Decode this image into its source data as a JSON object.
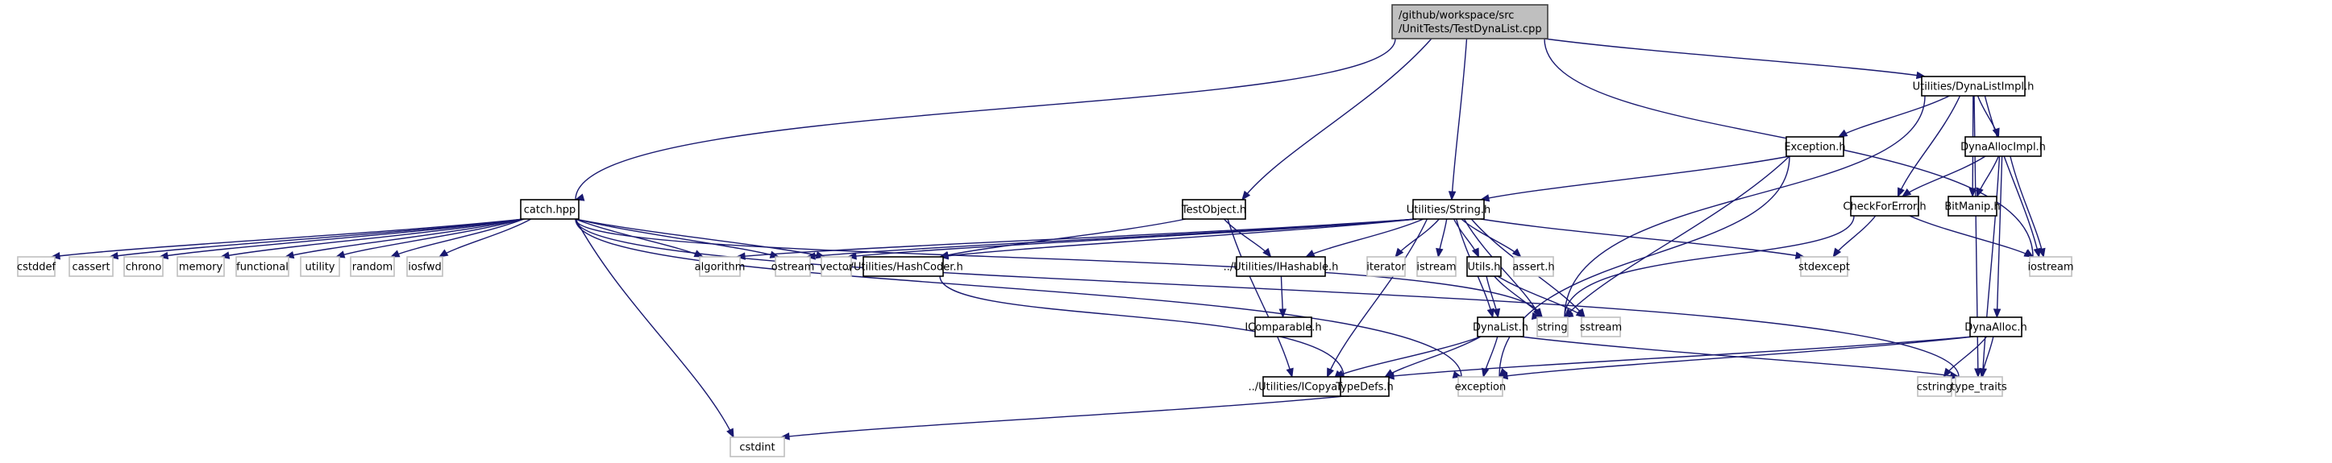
{
  "diagram": {
    "title": "Include dependency graph for TestDynaList.cpp",
    "colors": {
      "edge": "#191970",
      "root_fill": "#bfbfbf",
      "root_border": "#404040",
      "documented_border": "#000000",
      "external_border": "#bfbfbf"
    },
    "nodes": [
      {
        "id": "root",
        "lines": [
          "/github/workspace/src",
          "/UnitTests/TestDynaList.cpp"
        ],
        "kind": "root"
      },
      {
        "id": "catch",
        "lines": [
          "catch.hpp"
        ],
        "kind": "documented"
      },
      {
        "id": "testobject",
        "lines": [
          "TestObject.h"
        ],
        "kind": "documented"
      },
      {
        "id": "string_h",
        "lines": [
          "Utilities/String.h"
        ],
        "kind": "documented"
      },
      {
        "id": "dynalistimpl",
        "lines": [
          "Utilities/DynaListImpl.h"
        ],
        "kind": "documented"
      },
      {
        "id": "exception_h",
        "lines": [
          "Exception.h"
        ],
        "kind": "documented"
      },
      {
        "id": "dynaallocimpl",
        "lines": [
          "DynaAllocImpl.h"
        ],
        "kind": "documented"
      },
      {
        "id": "checkforerror",
        "lines": [
          "CheckForError.h"
        ],
        "kind": "documented"
      },
      {
        "id": "bitmanip",
        "lines": [
          "BitManip.h"
        ],
        "kind": "documented"
      },
      {
        "id": "cstddef",
        "lines": [
          "cstddef"
        ],
        "kind": "external"
      },
      {
        "id": "cassert",
        "lines": [
          "cassert"
        ],
        "kind": "external"
      },
      {
        "id": "chrono",
        "lines": [
          "chrono"
        ],
        "kind": "external"
      },
      {
        "id": "memory",
        "lines": [
          "memory"
        ],
        "kind": "external"
      },
      {
        "id": "functional",
        "lines": [
          "functional"
        ],
        "kind": "external"
      },
      {
        "id": "utility",
        "lines": [
          "utility"
        ],
        "kind": "external"
      },
      {
        "id": "random",
        "lines": [
          "random"
        ],
        "kind": "external"
      },
      {
        "id": "iosfwd",
        "lines": [
          "iosfwd"
        ],
        "kind": "external"
      },
      {
        "id": "algorithm",
        "lines": [
          "algorithm"
        ],
        "kind": "external"
      },
      {
        "id": "ostream",
        "lines": [
          "ostream"
        ],
        "kind": "external"
      },
      {
        "id": "vector",
        "lines": [
          "vector"
        ],
        "kind": "external"
      },
      {
        "id": "hashcoder",
        "lines": [
          "../Utilities/HashCoder.h"
        ],
        "kind": "documented"
      },
      {
        "id": "ihashable",
        "lines": [
          "../Utilities/IHashable.h"
        ],
        "kind": "documented"
      },
      {
        "id": "iterator",
        "lines": [
          "iterator"
        ],
        "kind": "external"
      },
      {
        "id": "istream",
        "lines": [
          "istream"
        ],
        "kind": "external"
      },
      {
        "id": "utils",
        "lines": [
          "Utils.h"
        ],
        "kind": "documented"
      },
      {
        "id": "assert_h",
        "lines": [
          "assert.h"
        ],
        "kind": "external"
      },
      {
        "id": "stdexcept",
        "lines": [
          "stdexcept"
        ],
        "kind": "external"
      },
      {
        "id": "iostream",
        "lines": [
          "iostream"
        ],
        "kind": "external"
      },
      {
        "id": "icomparable",
        "lines": [
          "IComparable.h"
        ],
        "kind": "documented"
      },
      {
        "id": "dynalist",
        "lines": [
          "DynaList.h"
        ],
        "kind": "documented"
      },
      {
        "id": "string",
        "lines": [
          "string"
        ],
        "kind": "external"
      },
      {
        "id": "sstream",
        "lines": [
          "sstream"
        ],
        "kind": "external"
      },
      {
        "id": "dynaalloc",
        "lines": [
          "DynaAlloc.h"
        ],
        "kind": "documented"
      },
      {
        "id": "icopyable",
        "lines": [
          "../Utilities/ICopyable.h"
        ],
        "kind": "documented"
      },
      {
        "id": "typedefs",
        "lines": [
          "TypeDefs.h"
        ],
        "kind": "documented"
      },
      {
        "id": "exception",
        "lines": [
          "exception"
        ],
        "kind": "external"
      },
      {
        "id": "cstring",
        "lines": [
          "cstring"
        ],
        "kind": "external"
      },
      {
        "id": "type_traits",
        "lines": [
          "type_traits"
        ],
        "kind": "external"
      },
      {
        "id": "cstdint",
        "lines": [
          "cstdint"
        ],
        "kind": "external"
      }
    ],
    "edges": [
      [
        "root",
        "catch"
      ],
      [
        "root",
        "testobject"
      ],
      [
        "root",
        "string_h"
      ],
      [
        "root",
        "dynalistimpl"
      ],
      [
        "root",
        "iostream"
      ],
      [
        "catch",
        "cstddef"
      ],
      [
        "catch",
        "cassert"
      ],
      [
        "catch",
        "chrono"
      ],
      [
        "catch",
        "memory"
      ],
      [
        "catch",
        "functional"
      ],
      [
        "catch",
        "utility"
      ],
      [
        "catch",
        "random"
      ],
      [
        "catch",
        "iosfwd"
      ],
      [
        "catch",
        "algorithm"
      ],
      [
        "catch",
        "ostream"
      ],
      [
        "catch",
        "vector"
      ],
      [
        "catch",
        "string"
      ],
      [
        "catch",
        "exception"
      ],
      [
        "catch",
        "type_traits"
      ],
      [
        "catch",
        "cstdint"
      ],
      [
        "testobject",
        "hashcoder"
      ],
      [
        "testobject",
        "ihashable"
      ],
      [
        "testobject",
        "icopyable"
      ],
      [
        "string_h",
        "algorithm"
      ],
      [
        "string_h",
        "ostream"
      ],
      [
        "string_h",
        "vector"
      ],
      [
        "string_h",
        "hashcoder"
      ],
      [
        "string_h",
        "ihashable"
      ],
      [
        "string_h",
        "iterator"
      ],
      [
        "string_h",
        "istream"
      ],
      [
        "string_h",
        "utils"
      ],
      [
        "string_h",
        "assert_h"
      ],
      [
        "string_h",
        "stdexcept"
      ],
      [
        "string_h",
        "string"
      ],
      [
        "string_h",
        "sstream"
      ],
      [
        "string_h",
        "icopyable"
      ],
      [
        "string_h",
        "dynalist"
      ],
      [
        "dynalistimpl",
        "exception_h"
      ],
      [
        "dynalistimpl",
        "checkforerror"
      ],
      [
        "dynalistimpl",
        "bitmanip"
      ],
      [
        "dynalistimpl",
        "dynaallocimpl"
      ],
      [
        "dynalistimpl",
        "iostream"
      ],
      [
        "dynalistimpl",
        "type_traits"
      ],
      [
        "dynalistimpl",
        "string"
      ],
      [
        "exception_h",
        "string_h"
      ],
      [
        "exception_h",
        "string"
      ],
      [
        "exception_h",
        "exception"
      ],
      [
        "dynaallocimpl",
        "checkforerror"
      ],
      [
        "dynaallocimpl",
        "bitmanip"
      ],
      [
        "dynaallocimpl",
        "iostream"
      ],
      [
        "dynaallocimpl",
        "dynaalloc"
      ],
      [
        "dynaallocimpl",
        "type_traits"
      ],
      [
        "checkforerror",
        "stdexcept"
      ],
      [
        "checkforerror",
        "iostream"
      ],
      [
        "checkforerror",
        "string"
      ],
      [
        "hashcoder",
        "typedefs"
      ],
      [
        "ihashable",
        "icomparable"
      ],
      [
        "utils",
        "dynalist"
      ],
      [
        "utils",
        "string"
      ],
      [
        "utils",
        "sstream"
      ],
      [
        "dynalist",
        "icopyable"
      ],
      [
        "dynalist",
        "typedefs"
      ],
      [
        "dynalist",
        "exception"
      ],
      [
        "dynalist",
        "type_traits"
      ],
      [
        "dynaalloc",
        "typedefs"
      ],
      [
        "dynaalloc",
        "exception"
      ],
      [
        "dynaalloc",
        "cstring"
      ],
      [
        "dynaalloc",
        "type_traits"
      ],
      [
        "typedefs",
        "cstdint"
      ]
    ]
  }
}
